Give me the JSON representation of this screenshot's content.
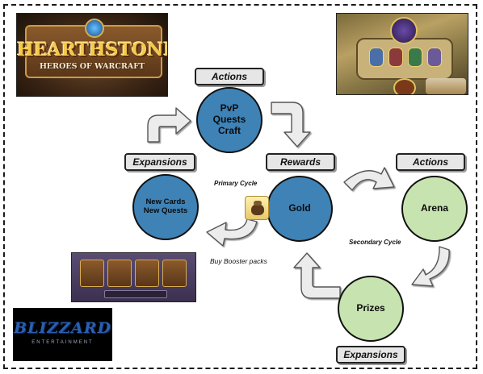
{
  "labels": {
    "actions_top": "Actions",
    "expansions_left": "Expansions",
    "rewards": "Rewards",
    "actions_right": "Actions",
    "expansions_bottom": "Expansions"
  },
  "nodes": {
    "pvp": [
      "PvP",
      "Quests",
      "Craft"
    ],
    "newcards": [
      "New Cards",
      "New Quests"
    ],
    "gold": "Gold",
    "arena": "Arena",
    "prizes": "Prizes"
  },
  "notes": {
    "primary_cycle": "Primary Cycle",
    "secondary_cycle": "Secondary Cycle",
    "buy_booster": "Buy Booster packs"
  },
  "logos": {
    "hearthstone_title": "HEARTHSTONE",
    "hearthstone_subtitle": "HEROES OF WARCRAFT",
    "blizzard": "BLIZZARD",
    "blizzard_sub": "ENTERTAINMENT"
  },
  "colors": {
    "primary_node": "#3e82b6",
    "secondary_node": "#c7e3b0",
    "label_bg": "#e6e6e6",
    "arrow_fill": "#ececec"
  },
  "icons": {
    "cycle_arrow": "curved-arrow-icon",
    "gold_pouch": "gold-pouch-icon"
  }
}
